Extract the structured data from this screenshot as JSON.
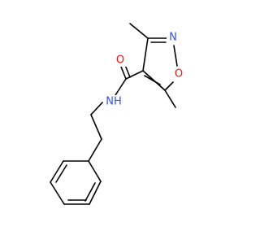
{
  "molecule": {
    "colors": {
      "bond": "#000000",
      "N": "#3050F8",
      "O": "#FF0D0D",
      "C": "#000000"
    },
    "atoms": [
      {
        "id": "ring-n",
        "element": "N",
        "label": "N"
      },
      {
        "id": "ring-o",
        "element": "O",
        "label": "O"
      },
      {
        "id": "amide-o",
        "element": "O",
        "label": "O"
      },
      {
        "id": "amide-nh",
        "element": "N",
        "label": "NH"
      }
    ]
  }
}
